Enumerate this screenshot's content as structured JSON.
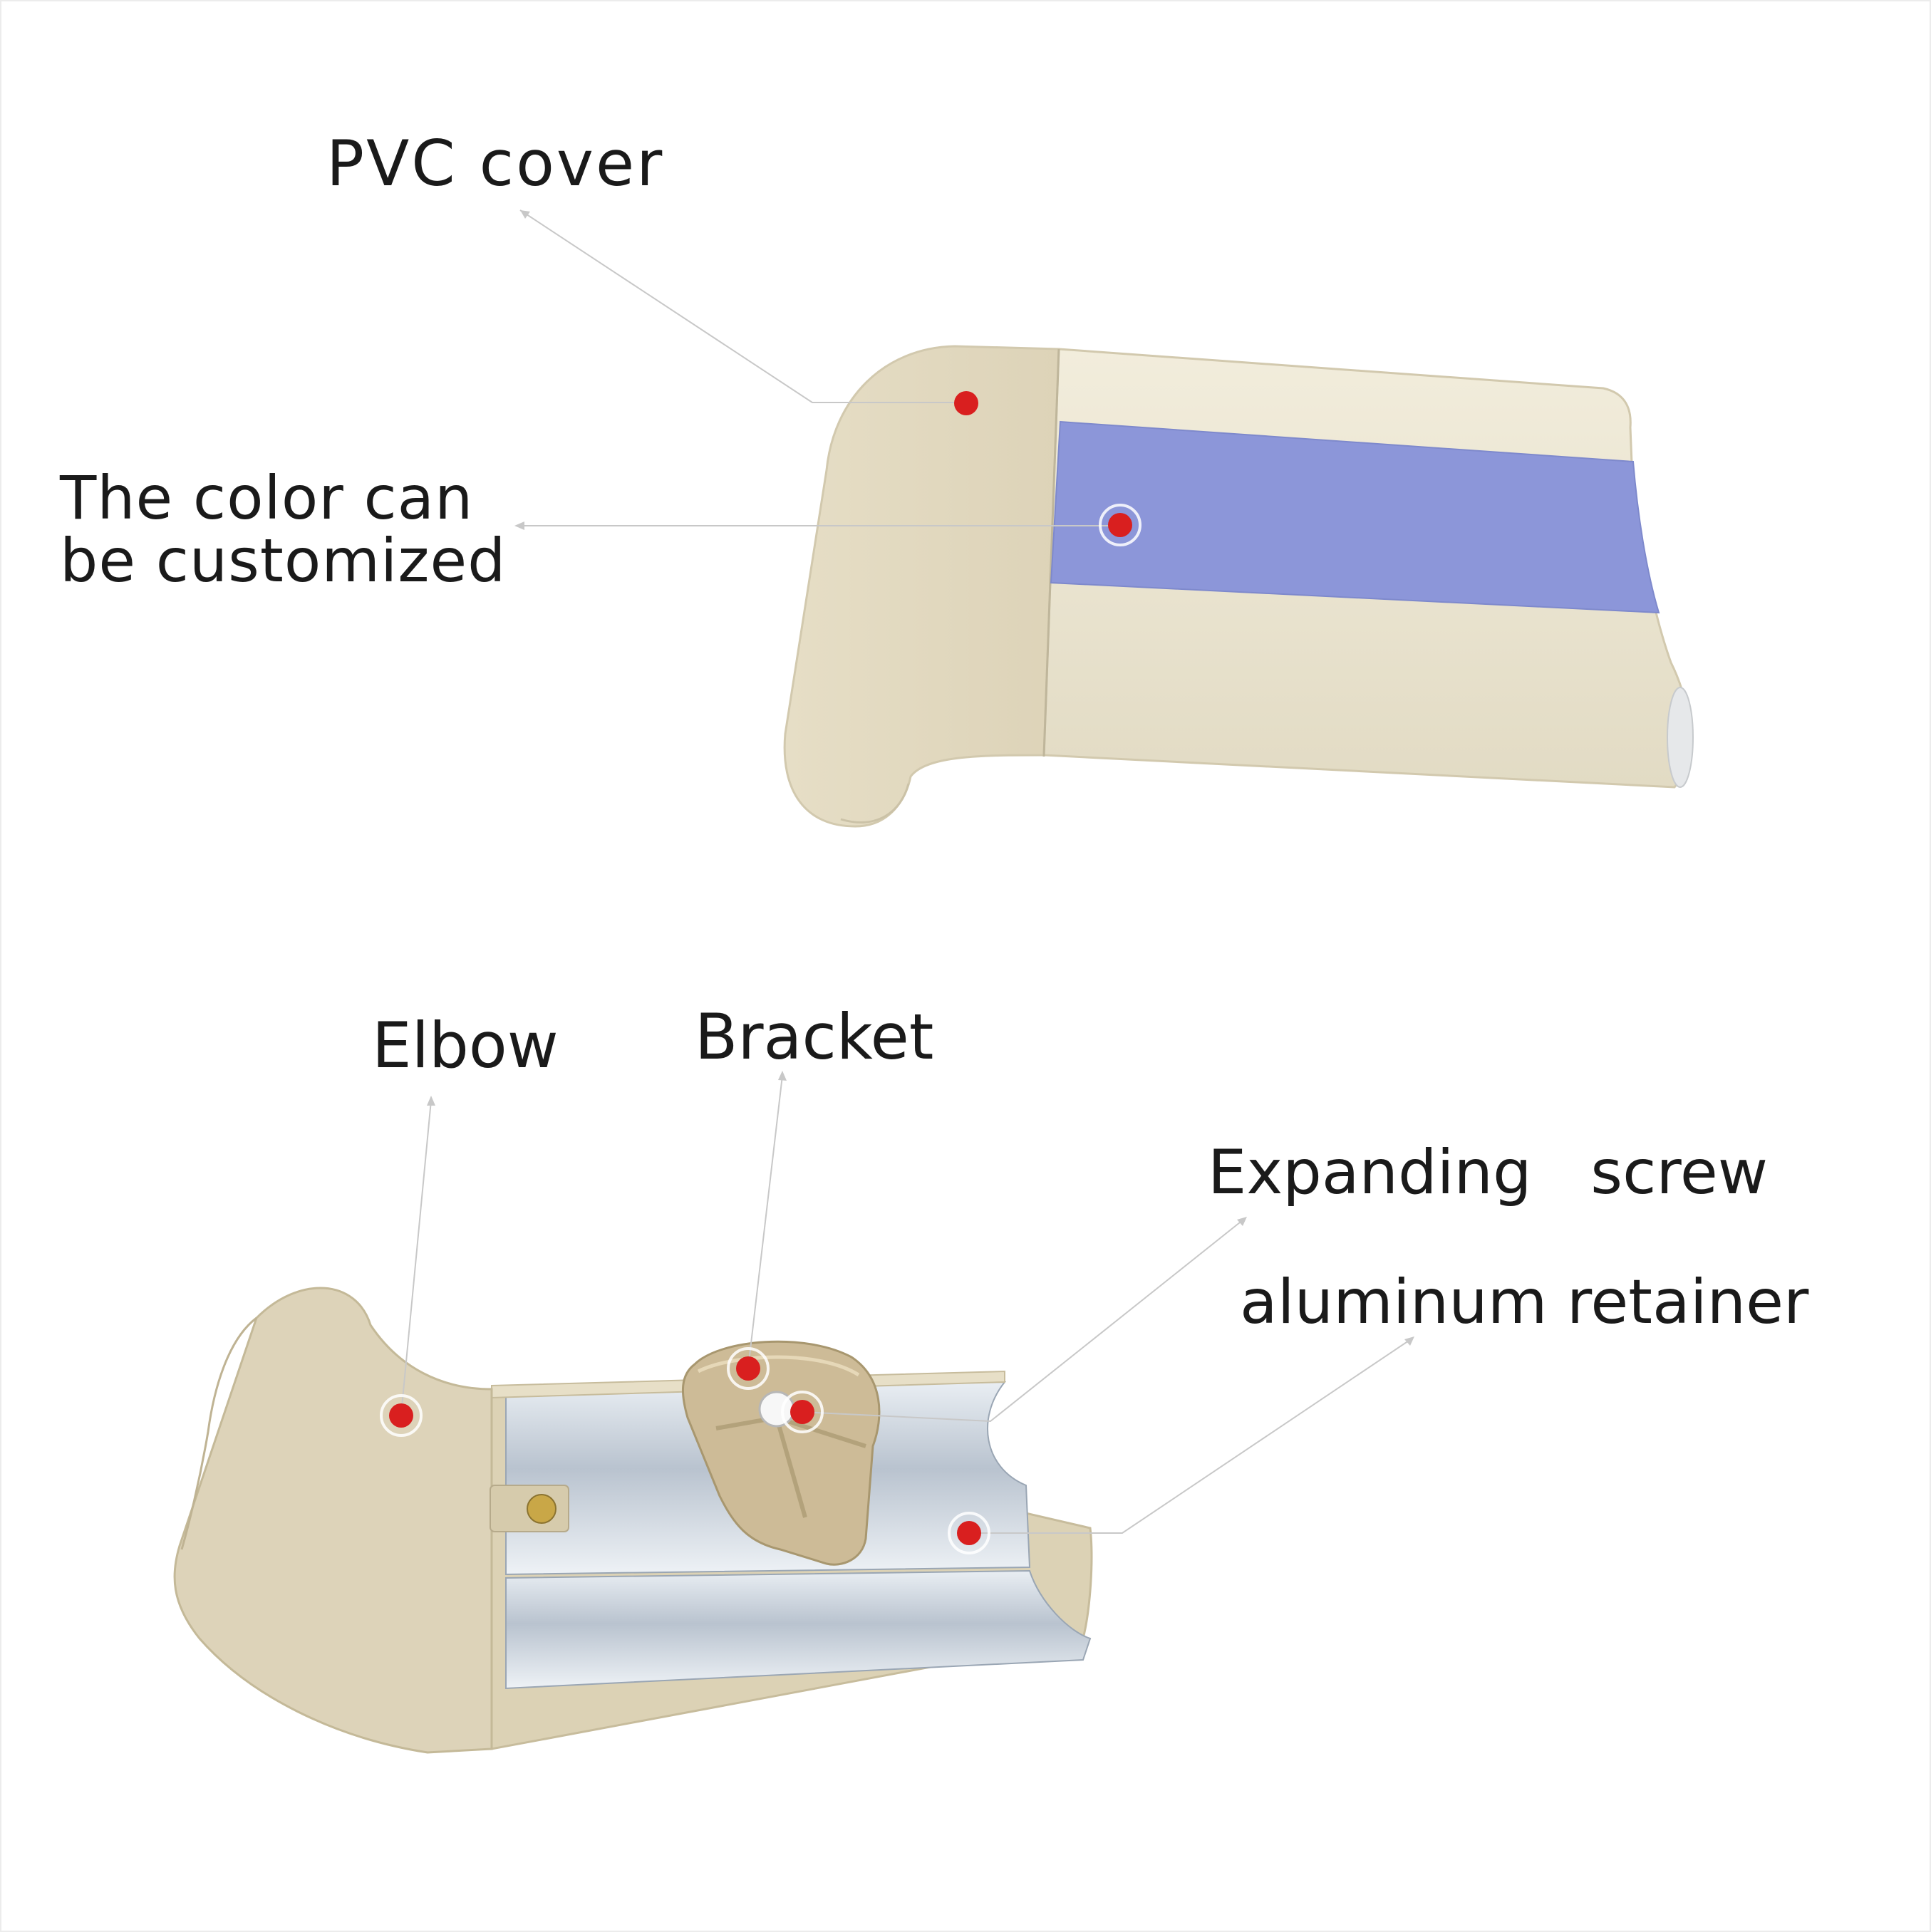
{
  "labels": {
    "pvc_cover": "PVC cover",
    "color_custom": "The color can\nbe customized",
    "elbow": "Elbow",
    "bracket": "Bracket",
    "expanding_screw": "Expanding  screw",
    "aluminum_retainer": "aluminum retainer"
  },
  "colors": {
    "marker": "#d91f1f",
    "cover": "#ece6d2",
    "blue_strip": "#8c96d9",
    "bracket": "#cdbb97",
    "aluminum": "#c9d2dd",
    "leader_line": "#c8c8c8"
  }
}
